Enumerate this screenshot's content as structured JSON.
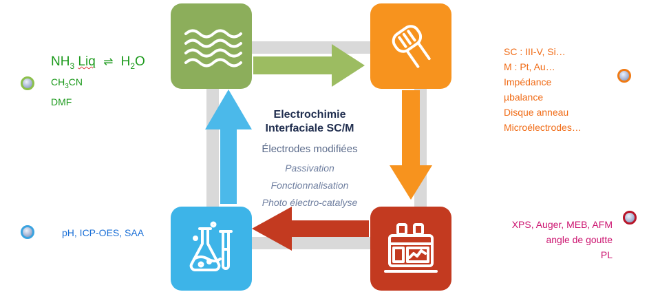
{
  "center": {
    "title_line1": "Electrochimie",
    "title_line2": "Interfaciale SC/M",
    "subtitle": "Électrodes modifiées",
    "items": [
      "Passivation",
      "Fonctionnalisation",
      "Photo électro-catalyse"
    ]
  },
  "left_top": {
    "nh3": "NH",
    "nh3_sub": "3",
    "lig": "Liq",
    "equilibrium": "⇌",
    "h2o_h": "H",
    "h2o_sub": "2",
    "h2o_o": "O",
    "ch3cn_a": "CH",
    "ch3cn_sub": "3",
    "ch3cn_b": "CN",
    "dmf": "DMF"
  },
  "left_bottom": {
    "text": "pH, ICP-OES, SAA"
  },
  "right_top": {
    "lines": [
      "SC : III-V, Si…",
      "M :  Pt, Au…",
      "Impédance",
      "µbalance",
      "Disque anneau",
      "Microélectrodes…"
    ]
  },
  "right_bottom": {
    "lines": [
      "XPS, Auger, MEB, AFM",
      "angle de goutte",
      "PL"
    ]
  },
  "colors": {
    "green_box": "#8cae5b",
    "orange_box": "#f7931e",
    "blue_box": "#3db4e8",
    "red_box": "#c33a20",
    "green_text": "#1d9a1d",
    "orange_text": "#f06a14",
    "magenta_text": "#cc1470",
    "blue_text": "#1a6fd6",
    "gray_track": "#d9d9d9"
  },
  "icons": [
    "waves-icon",
    "resistor-icon",
    "lab-flasks-icon",
    "instrument-icon"
  ]
}
